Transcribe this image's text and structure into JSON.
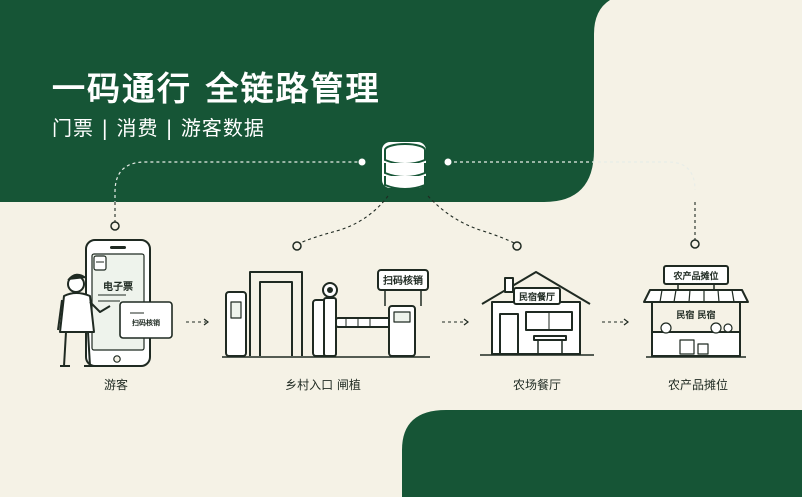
{
  "header": {
    "title": "一码通行 全链路管理",
    "subtitle": "门票 | 消费 | 游客数据"
  },
  "phone": {
    "ticket_label": "电子票",
    "card_label": "扫码核销"
  },
  "gate": {
    "sign_label": "扫码核销"
  },
  "restaurant": {
    "sign_label": "民宿餐厅"
  },
  "stall": {
    "sign_label": "农产品摊位",
    "awning_label": "民宿 民宿"
  },
  "stages": [
    {
      "label": "游客"
    },
    {
      "label": "乡村入口 闸植"
    },
    {
      "label": "农场餐厅"
    },
    {
      "label": "农产品摊位"
    }
  ],
  "colors": {
    "brand_green": "#165536",
    "background": "#f5f2e6",
    "line": "#1f2a22"
  }
}
